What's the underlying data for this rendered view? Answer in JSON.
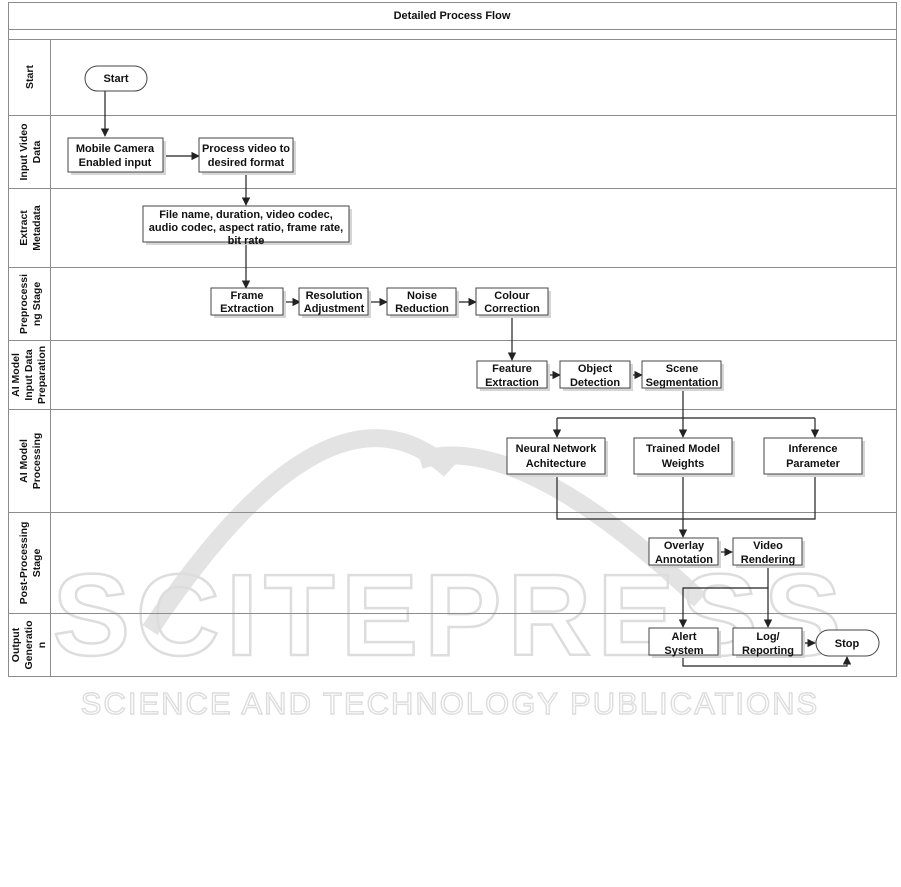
{
  "title": "Detailed Process Flow",
  "lanes": [
    "Start",
    "Input Video Data",
    "Extract Metadata",
    "Preprocessing Stage",
    "AI Model Input Data Preparation",
    "AI Model Processing",
    "Post-Processing Stage",
    "Output Generation"
  ],
  "nodes": {
    "start": "Start",
    "mobile_camera": "Mobile Camera Enabled input",
    "process_video": "Process video to desired format",
    "metadata": "File name, duration, video codec, audio codec, aspect ratio, frame rate, bit rate",
    "frame_extraction": "Frame Extraction",
    "resolution_adjustment": "Resolution Adjustment",
    "noise_reduction": "Noise Reduction",
    "colour_correction": "Colour Correction",
    "feature_extraction": "Feature Extraction",
    "object_detection": "Object Detection",
    "scene_segmentation": "Scene Segmentation",
    "neural_network": "Neural Network Achitecture",
    "trained_model": "Trained Model Weights",
    "inference_parameter": "Inference Parameter",
    "overlay_annotation": "Overlay Annotation",
    "video_rendering": "Video Rendering",
    "alert_system": "Alert System",
    "log_reporting": "Log/ Reporting",
    "stop": "Stop"
  },
  "watermark": {
    "big": "SCITEPRESS",
    "small": "SCIENCE AND TECHNOLOGY PUBLICATIONS"
  },
  "colors": {
    "border": "#8c8c8c",
    "node_border": "#444444",
    "connector": "#222222",
    "watermark": "#dddddd"
  }
}
